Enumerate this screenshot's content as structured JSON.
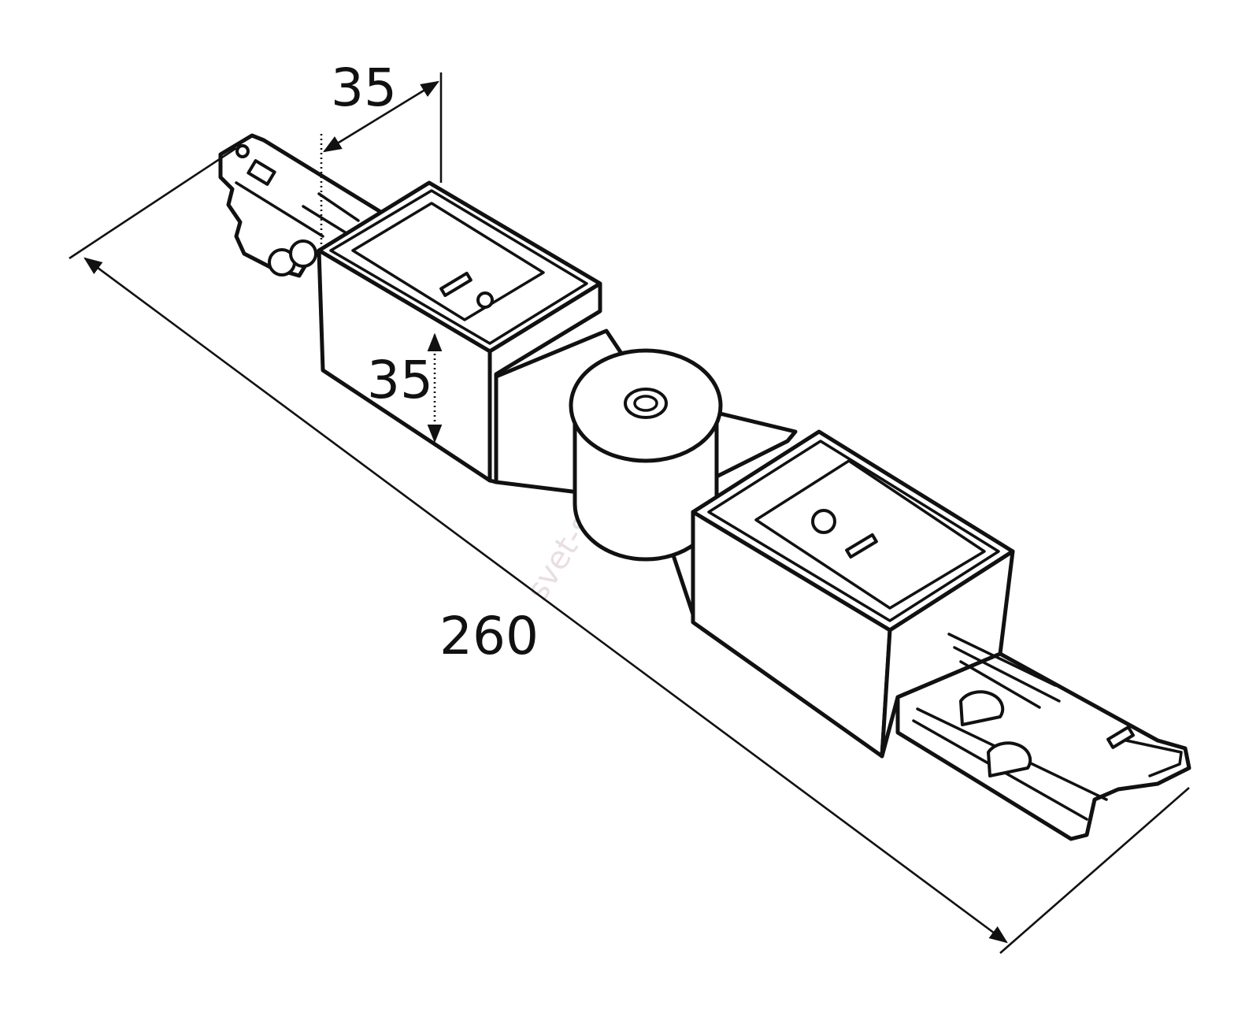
{
  "dimensions": {
    "width_label": "35",
    "height_label": "35",
    "length_label": "260"
  },
  "watermark": {
    "text": "svet-svitidel.cz",
    "color": "#e6d9df"
  },
  "colors": {
    "line": "#111111",
    "background": "#ffffff"
  }
}
